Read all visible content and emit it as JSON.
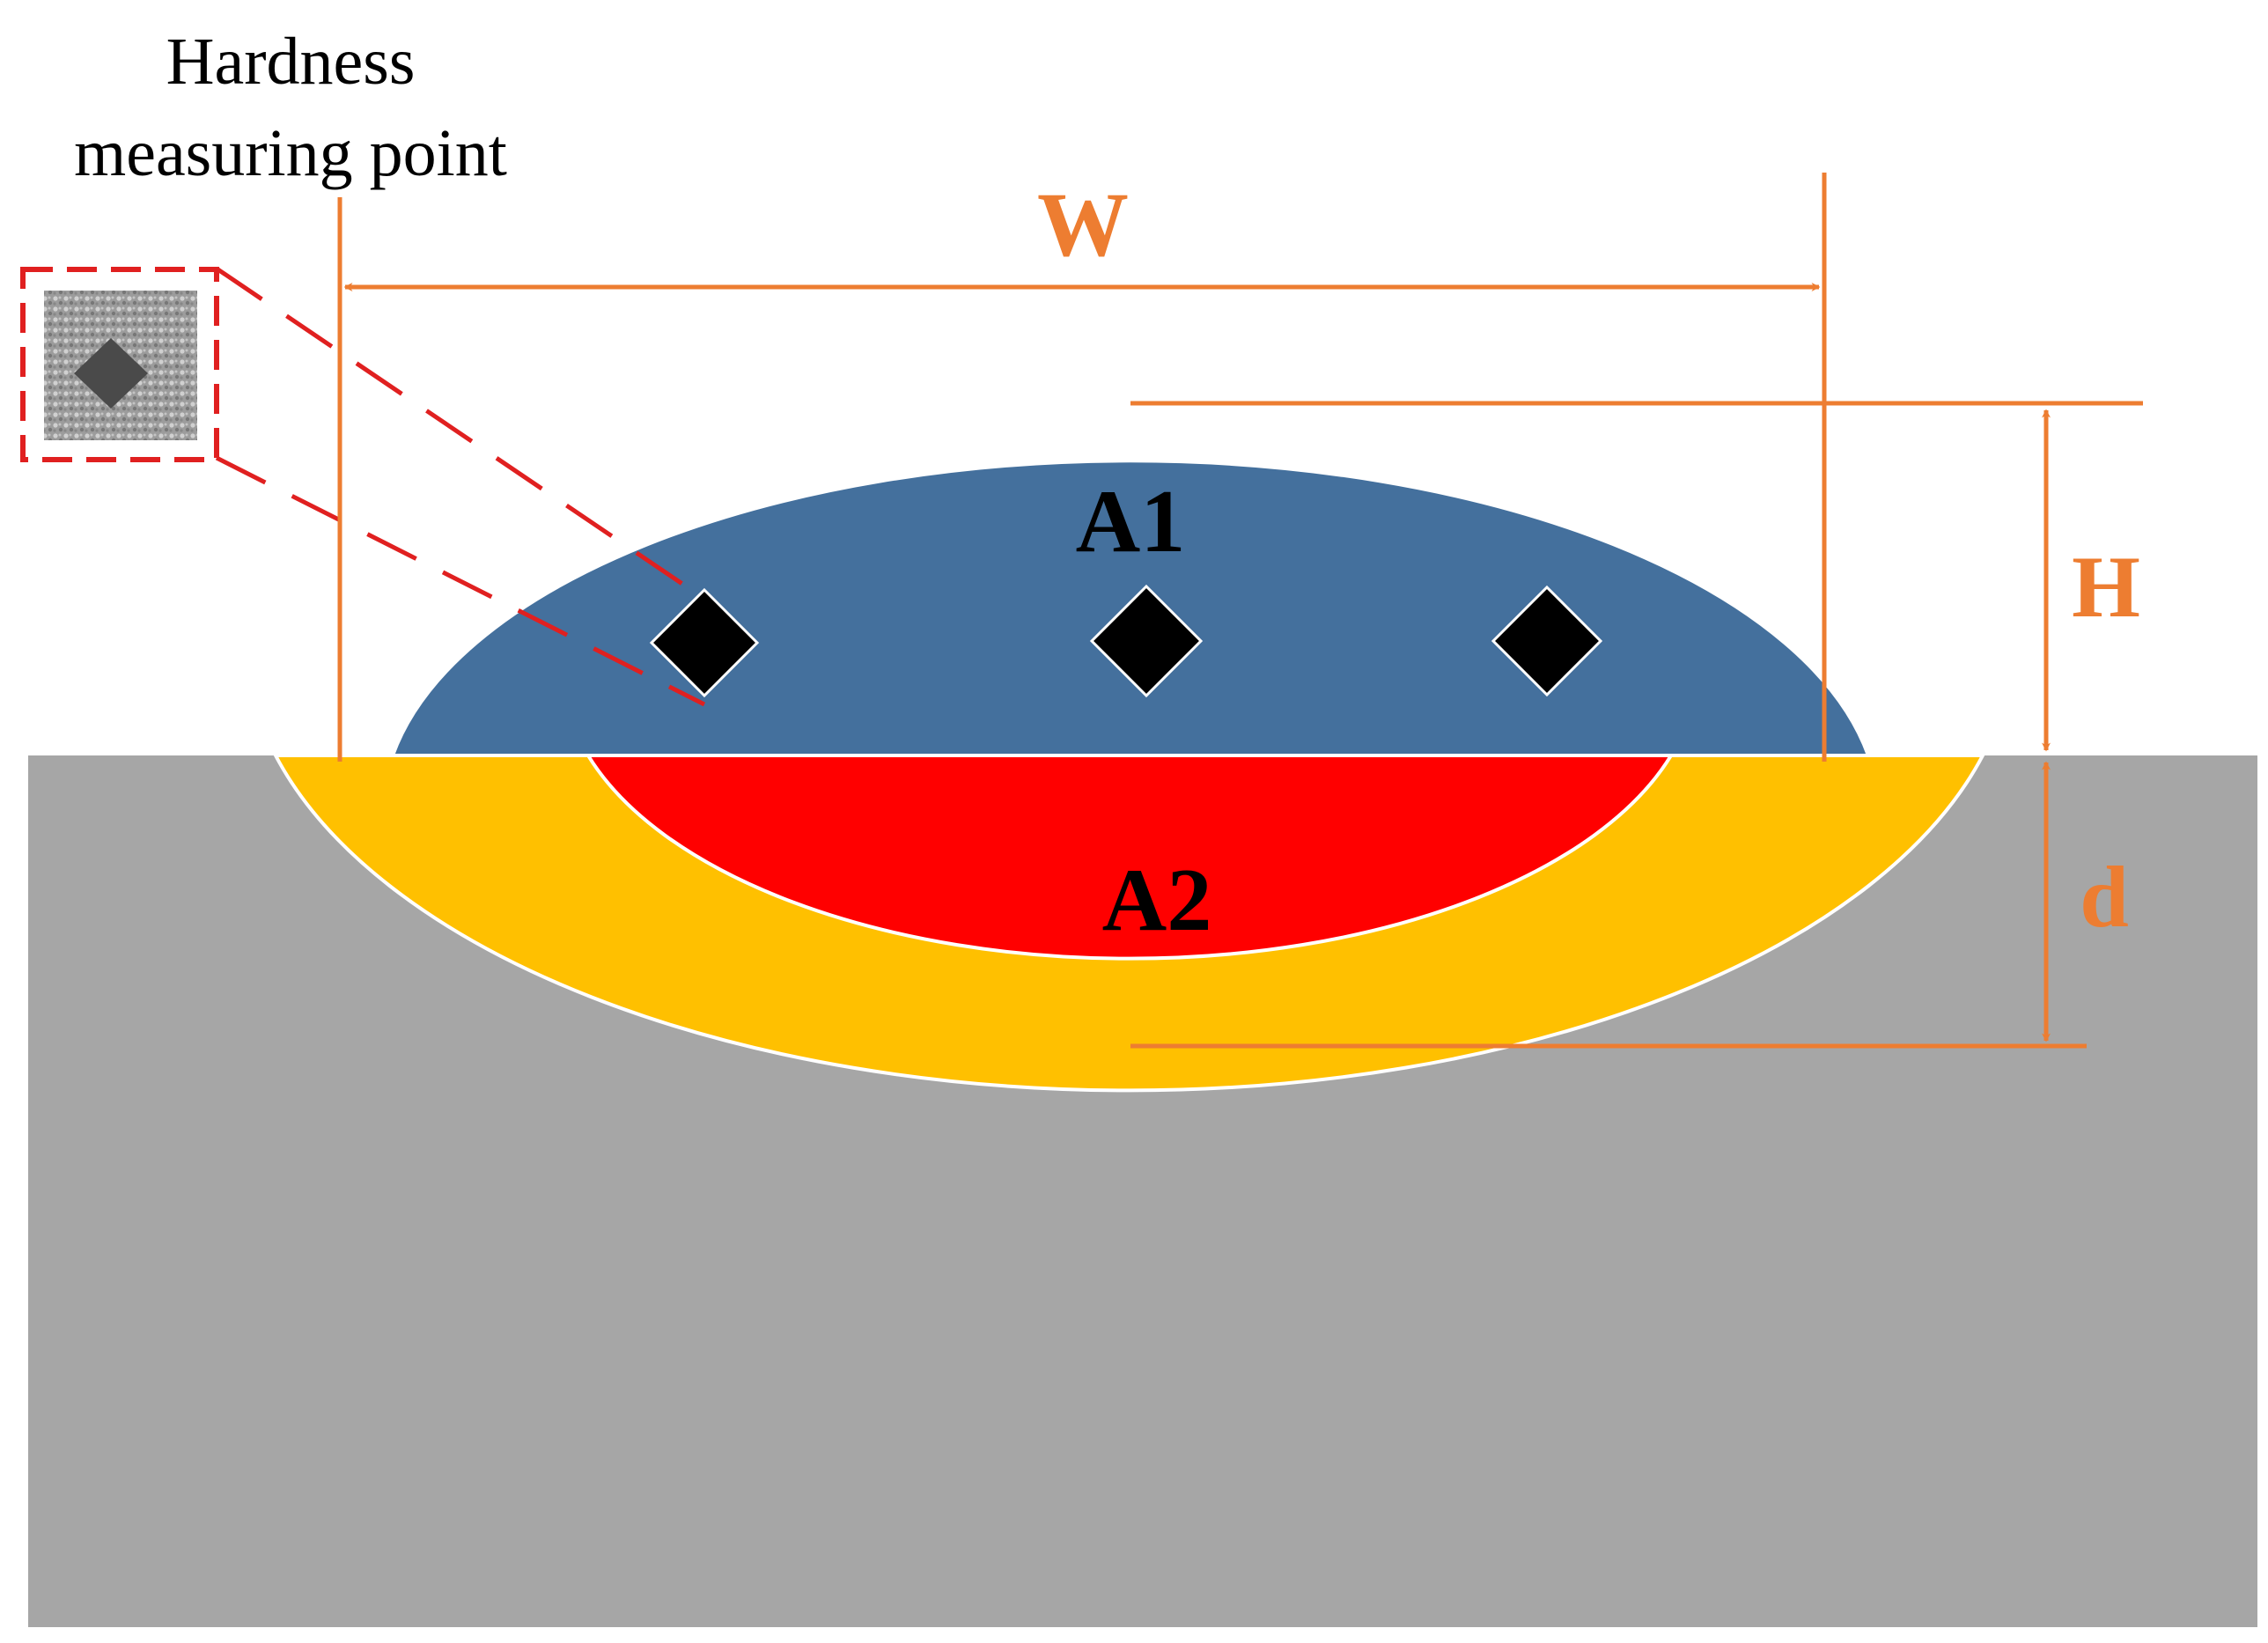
{
  "caption": {
    "line1": "Hardness",
    "line2": "measuring point"
  },
  "dimensions": {
    "width_label": "W",
    "height_label": "H",
    "depth_label": "d"
  },
  "regions": {
    "deposit_label": "A1",
    "fusion_label": "A2"
  },
  "colors": {
    "substrate": "#a6a6a6",
    "deposit": "#44709d",
    "fusion_zone": "#ff0000",
    "heat_affected_zone": "#ffc000",
    "dimension_lines": "#ed7d31",
    "callout": "#e02020",
    "indent_marker": "#000000"
  },
  "icons": {
    "inset": "micro-indent-image-icon",
    "marker": "diamond-indent-icon"
  }
}
